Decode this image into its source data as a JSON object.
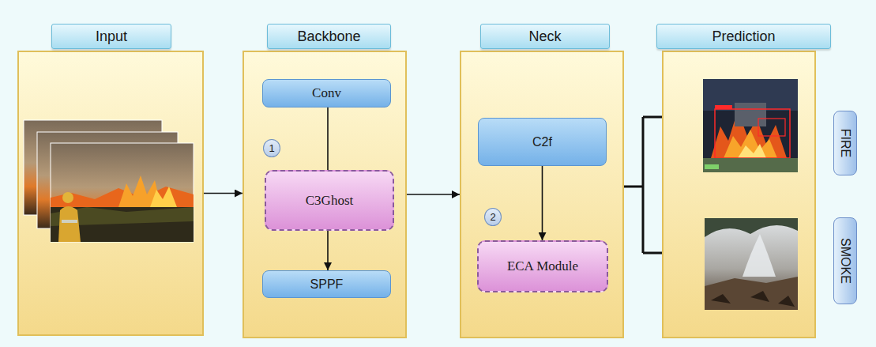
{
  "diagram": {
    "nodes": [
      {
        "text": [
          "Input"
        ]
      },
      {
        "text": [
          "Backbone"
        ]
      },
      {
        "text": [
          "Conv"
        ],
        "in": 1
      },
      {
        "text": [
          "1"
        ],
        "in": 1
      },
      {
        "text": [
          "C3Ghost"
        ],
        "in": 1
      },
      {
        "text": [
          "SPPF"
        ],
        "in": 1
      },
      {
        "text": [
          "Neck"
        ]
      },
      {
        "text": [
          "C2f"
        ],
        "in": 6
      },
      {
        "text": [
          "2"
        ],
        "in": 6
      },
      {
        "text": [
          "ECA Module"
        ],
        "in": 6
      },
      {
        "text": [
          "Prediction"
        ]
      },
      {
        "text": [
          "FIRE"
        ]
      },
      {
        "text": [
          "SMOKE"
        ]
      }
    ],
    "edges": [
      {
        "from": 0,
        "to": 1,
        "arrow": "to"
      },
      {
        "from": 2,
        "to": 4,
        "arrow": "none"
      },
      {
        "from": 4,
        "to": 5,
        "arrow": "to"
      },
      {
        "from": 1,
        "to": 6,
        "arrow": "to"
      },
      {
        "from": 7,
        "to": 9,
        "arrow": "to"
      },
      {
        "from": 6,
        "to": 10,
        "arrow": "none"
      }
    ]
  }
}
